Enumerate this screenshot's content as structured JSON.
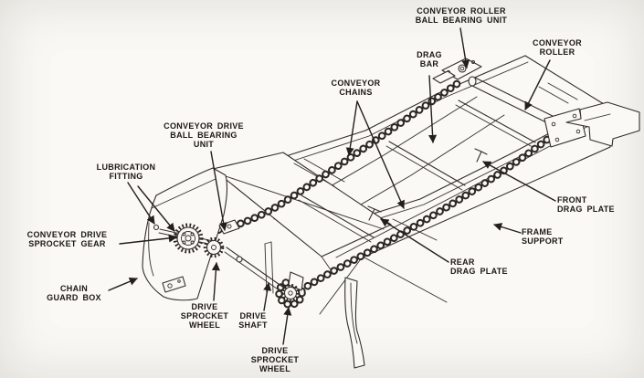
{
  "meta": {
    "description": "Isometric cutaway diagram of a chain conveyor assembly with callout labels",
    "paper_color": "#f6f5f2",
    "ink_color": "#2e2a25"
  },
  "labels": {
    "conveyor_roller_ball_bearing_unit": {
      "lines": [
        "CONVEYOR ROLLER",
        "BALL BEARING UNIT"
      ]
    },
    "conveyor_roller": {
      "lines": [
        "CONVEYOR",
        "ROLLER"
      ]
    },
    "drag_bar": {
      "lines": [
        "DRAG",
        "BAR"
      ]
    },
    "conveyor_chains": {
      "lines": [
        "CONVEYOR",
        "CHAINS"
      ]
    },
    "conveyor_drive_ball_bearing_unit": {
      "lines": [
        "CONVEYOR DRIVE",
        "BALL BEARING",
        "UNIT"
      ]
    },
    "lubrication_fitting": {
      "lines": [
        "LUBRICATION",
        "FITTING"
      ]
    },
    "conveyor_drive_sprocket_gear": {
      "lines": [
        "CONVEYOR DRIVE",
        "SPROCKET GEAR"
      ]
    },
    "chain_guard_box": {
      "lines": [
        "CHAIN",
        "GUARD BOX"
      ]
    },
    "drive_sprocket_wheel_left": {
      "lines": [
        "DRIVE",
        "SPROCKET",
        "WHEEL"
      ]
    },
    "drive_shaft": {
      "lines": [
        "DRIVE",
        "SHAFT"
      ]
    },
    "drive_sprocket_wheel_bottom": {
      "lines": [
        "DRIVE",
        "SPROCKET",
        "WHEEL"
      ]
    },
    "rear_drag_plate": {
      "lines": [
        "REAR",
        "DRAG PLATE"
      ]
    },
    "front_drag_plate": {
      "lines": [
        "FRONT",
        "DRAG PLATE"
      ]
    },
    "frame_support": {
      "lines": [
        "FRAME",
        "SUPPORT"
      ]
    }
  }
}
